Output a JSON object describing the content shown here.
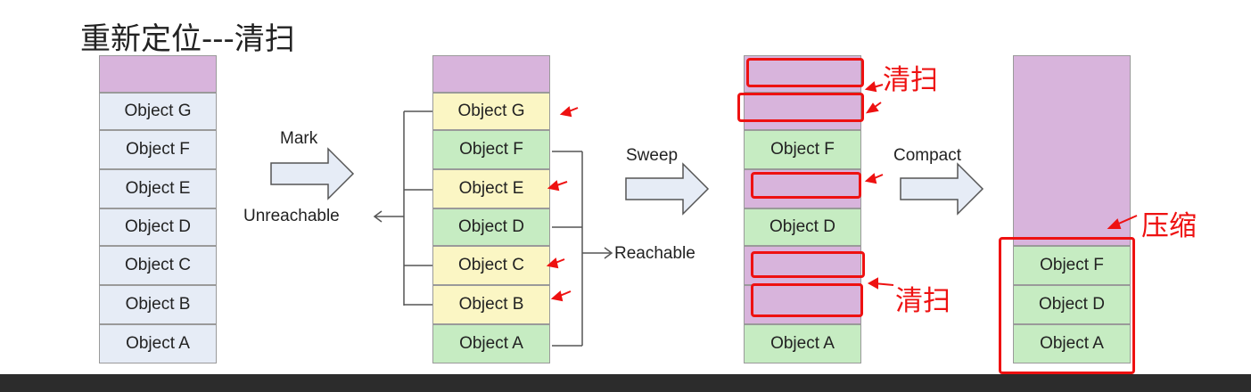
{
  "title": "重新定位---清扫",
  "objects": {
    "g": "Object G",
    "f": "Object F",
    "e": "Object E",
    "d": "Object D",
    "c": "Object C",
    "b": "Object B",
    "a": "Object A"
  },
  "labels": {
    "mark": "Mark",
    "unreachable": "Unreachable",
    "sweep": "Sweep",
    "reachable": "Reachable",
    "compact": "Compact",
    "sweep_note": "清扫",
    "compact_note": "压缩"
  },
  "colors": {
    "top_purple": "#d8b4dc",
    "initial_blue": "#e6ecf6",
    "unreachable_yellow": "#fbf6c4",
    "reachable_green": "#c6ecc2",
    "highlight_red": "#ee1111"
  }
}
